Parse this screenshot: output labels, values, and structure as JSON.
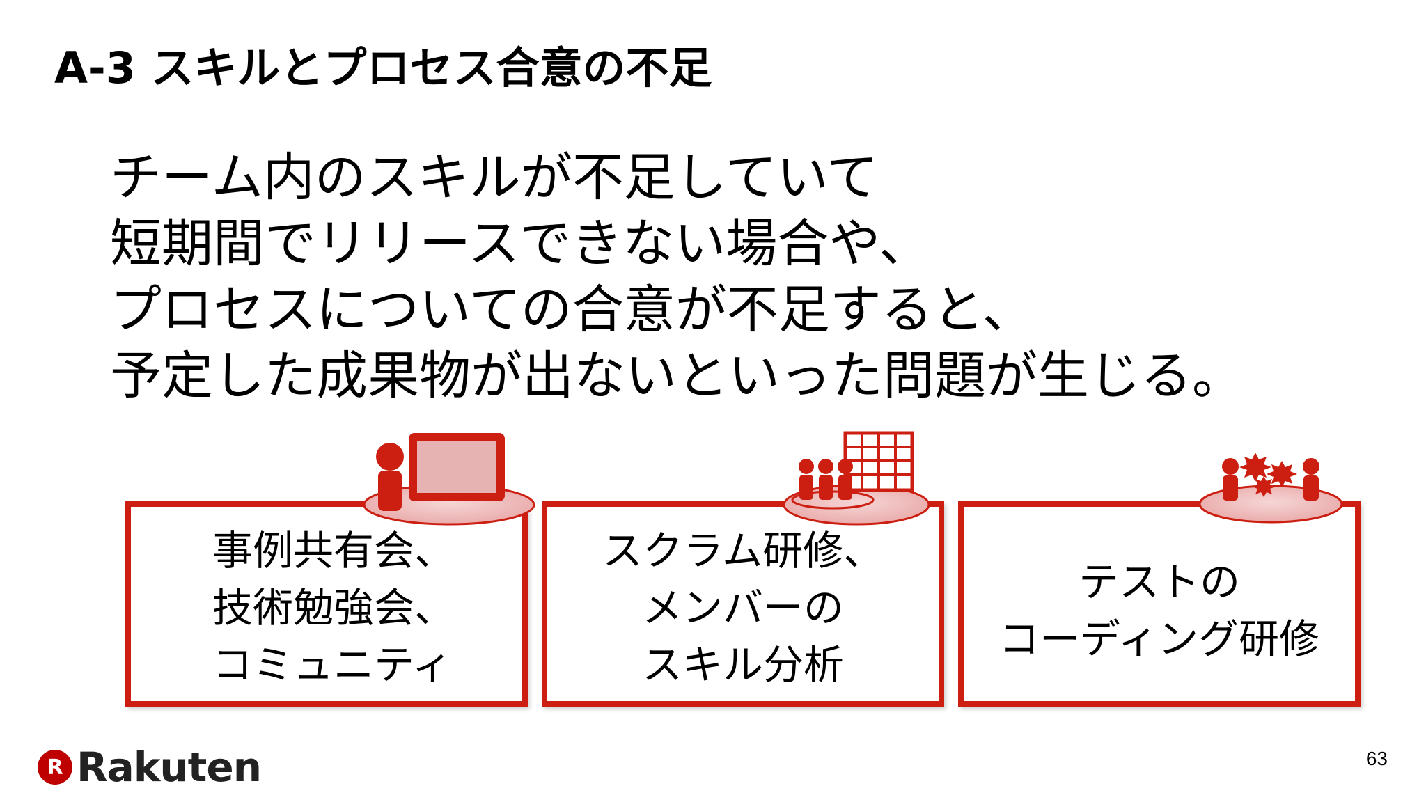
{
  "slide": {
    "title": "A-3 スキルとプロセス合意の不足",
    "body_lines": [
      "チーム内のスキルが不足していて",
      "短期間でリリースできない場合や、",
      "プロセスについての合意が不足すると、",
      "予定した成果物が出ないといった問題が生じる。"
    ],
    "cards": [
      {
        "lines": [
          "事例共有会、",
          "技術勉強会、",
          "コミュニティ"
        ]
      },
      {
        "lines": [
          "スクラム研修、",
          "メンバーの",
          "スキル分析"
        ]
      },
      {
        "lines": [
          "テストの",
          "コーディング研修"
        ]
      }
    ],
    "page_number": "63"
  },
  "logo": {
    "mark": "R",
    "text": "Rakuten"
  },
  "colors": {
    "accent": "#cc1f12",
    "accent_light": "#e8b4b4",
    "logo_red": "#bf0000"
  },
  "icons": [
    "presentation-illustration",
    "scrum-board-illustration",
    "conflict-illustration"
  ]
}
